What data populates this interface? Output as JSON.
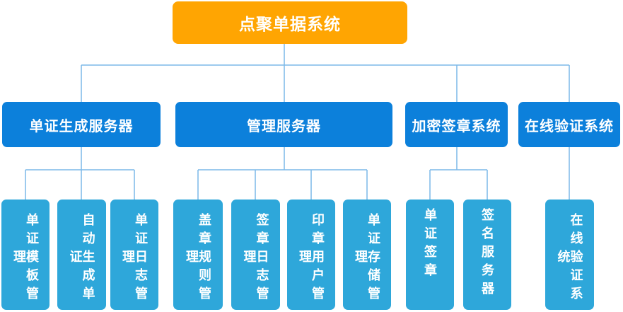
{
  "diagram": {
    "root": {
      "label": "点聚单据系统"
    },
    "branches": [
      {
        "label": "单证生成服务器",
        "children": [
          "单证模板管理",
          "自动生成单证",
          "单证日志管理"
        ]
      },
      {
        "label": "管理服务器",
        "children": [
          "盖章规则管理",
          "签章日志管理",
          "印章用户管理",
          "单证存储管理"
        ]
      },
      {
        "label": "加密签章系统",
        "children": [
          "单证签章",
          "签名服务器"
        ]
      },
      {
        "label": "在线验证系统",
        "children": [
          "在线验证系统"
        ]
      }
    ]
  },
  "colors": {
    "root_bg": "#FFA502",
    "branch_bg": "#0C80DB",
    "leaf_bg": "#2EA7DA",
    "connector": "#7CB9E9",
    "text": "#FFFFFF"
  }
}
